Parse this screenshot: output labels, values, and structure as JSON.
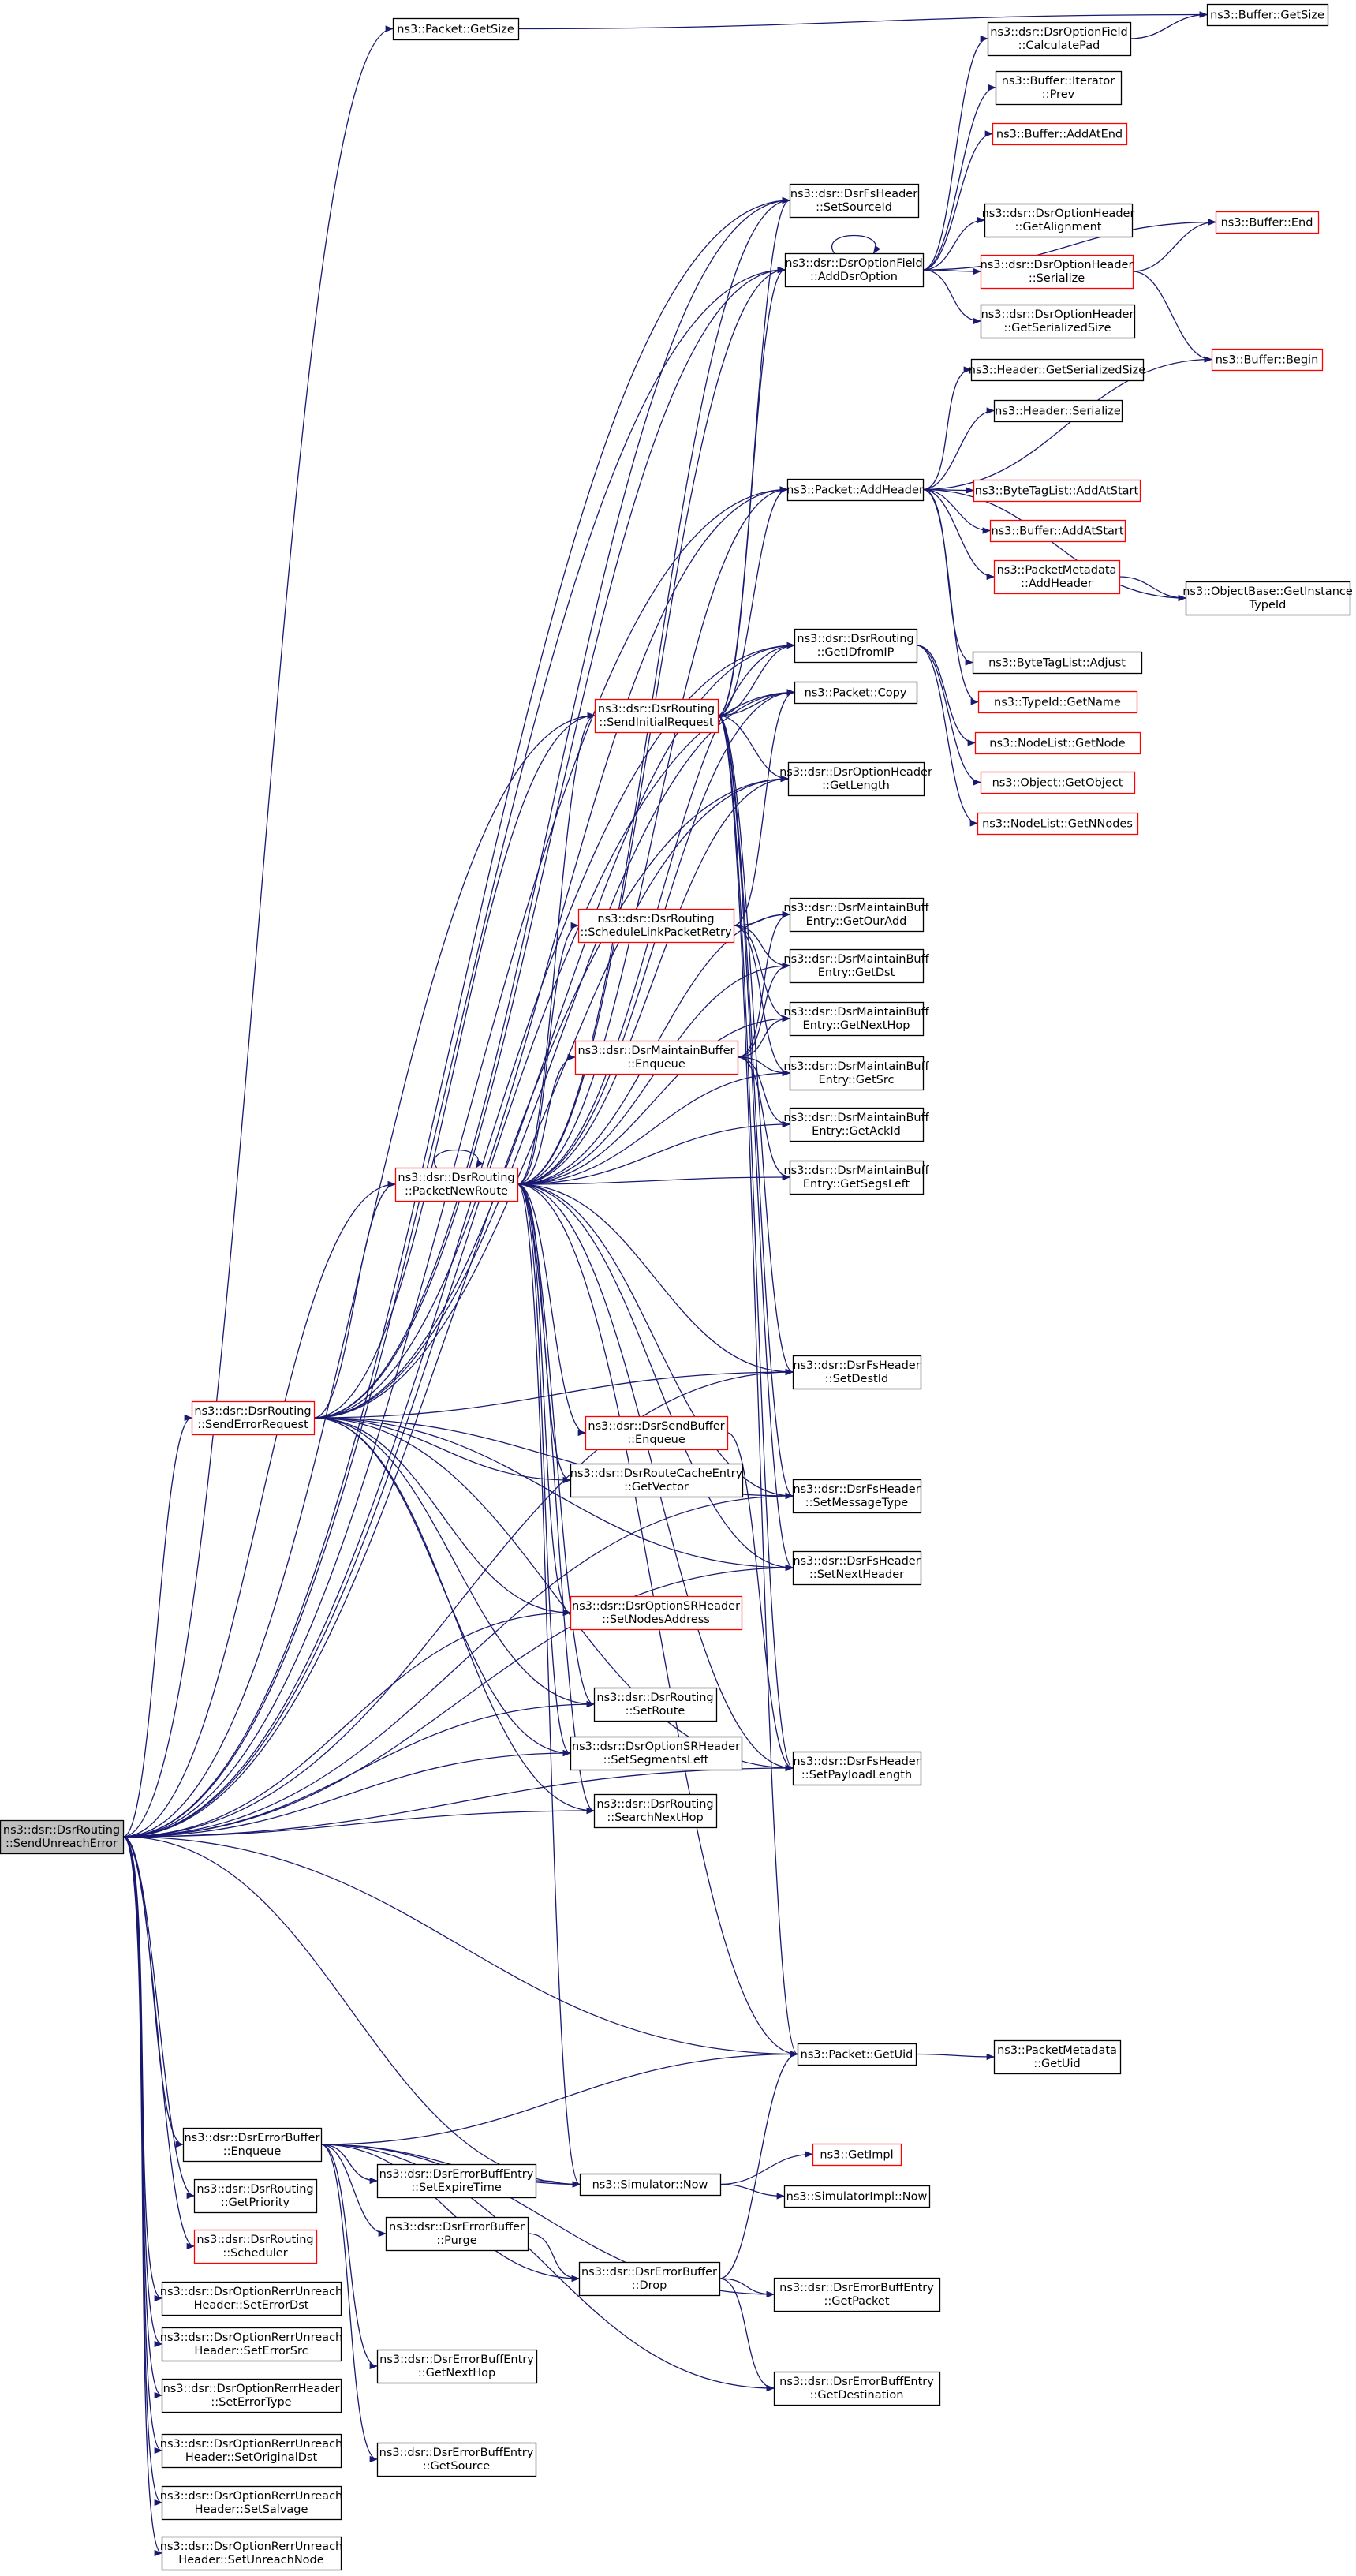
{
  "colors": {
    "edge": "#191970",
    "node_border_default": "#000000",
    "node_border_truncated": "#ff0000",
    "root_fill": "#bfbfbf",
    "node_fill": "#ffffff"
  },
  "nodes": [
    {
      "id": "n0",
      "lines": [
        "ns3::dsr::DsrRouting",
        "::SendUnreachError"
      ],
      "root": true
    },
    {
      "id": "n1",
      "lines": [
        "ns3::Packet::GetSize"
      ]
    },
    {
      "id": "n2",
      "lines": [
        "ns3::Buffer::GetSize"
      ]
    },
    {
      "id": "n3",
      "lines": [
        "ns3::dsr::DsrOptionField",
        "::CalculatePad"
      ]
    },
    {
      "id": "n4",
      "lines": [
        "ns3::Buffer::Iterator",
        "::Prev"
      ]
    },
    {
      "id": "n5",
      "lines": [
        "ns3::Buffer::AddAtEnd"
      ],
      "truncated": true
    },
    {
      "id": "n6",
      "lines": [
        "ns3::dsr::DsrFsHeader",
        "::SetSourceId"
      ]
    },
    {
      "id": "n7",
      "lines": [
        "ns3::dsr::DsrOptionHeader",
        "::GetAlignment"
      ]
    },
    {
      "id": "n8",
      "lines": [
        "ns3::Buffer::End"
      ],
      "truncated": true
    },
    {
      "id": "n9",
      "lines": [
        "ns3::dsr::DsrOptionField",
        "::AddDsrOption"
      ]
    },
    {
      "id": "n10",
      "lines": [
        "ns3::dsr::DsrOptionHeader",
        "::Serialize"
      ],
      "truncated": true
    },
    {
      "id": "n11",
      "lines": [
        "ns3::dsr::DsrOptionHeader",
        "::GetSerializedSize"
      ]
    },
    {
      "id": "n12",
      "lines": [
        "ns3::Header::GetSerializedSize"
      ]
    },
    {
      "id": "n13",
      "lines": [
        "ns3::Buffer::Begin"
      ],
      "truncated": true
    },
    {
      "id": "n14",
      "lines": [
        "ns3::Header::Serialize"
      ]
    },
    {
      "id": "n15",
      "lines": [
        "ns3::Packet::AddHeader"
      ]
    },
    {
      "id": "n16",
      "lines": [
        "ns3::ByteTagList::AddAtStart"
      ],
      "truncated": true
    },
    {
      "id": "n17",
      "lines": [
        "ns3::Buffer::AddAtStart"
      ],
      "truncated": true
    },
    {
      "id": "n18",
      "lines": [
        "ns3::PacketMetadata",
        "::AddHeader"
      ],
      "truncated": true
    },
    {
      "id": "n19",
      "lines": [
        "ns3::ObjectBase::GetInstance",
        "TypeId"
      ]
    },
    {
      "id": "n20",
      "lines": [
        "ns3::dsr::DsrRouting",
        "::GetIDfromIP"
      ]
    },
    {
      "id": "n21",
      "lines": [
        "ns3::ByteTagList::Adjust"
      ]
    },
    {
      "id": "n22",
      "lines": [
        "ns3::dsr::DsrRouting",
        "::SendInitialRequest"
      ],
      "truncated": true
    },
    {
      "id": "n23",
      "lines": [
        "ns3::Packet::Copy"
      ]
    },
    {
      "id": "n24",
      "lines": [
        "ns3::TypeId::GetName"
      ],
      "truncated": true
    },
    {
      "id": "n25",
      "lines": [
        "ns3::NodeList::GetNode"
      ],
      "truncated": true
    },
    {
      "id": "n26",
      "lines": [
        "ns3::dsr::DsrOptionHeader",
        "::GetLength"
      ]
    },
    {
      "id": "n27",
      "lines": [
        "ns3::Object::GetObject"
      ],
      "truncated": true
    },
    {
      "id": "n28",
      "lines": [
        "ns3::NodeList::GetNNodes"
      ],
      "truncated": true
    },
    {
      "id": "n29",
      "lines": [
        "ns3::dsr::DsrMaintainBuff",
        "Entry::GetOurAdd"
      ]
    },
    {
      "id": "n30",
      "lines": [
        "ns3::dsr::DsrRouting",
        "::ScheduleLinkPacketRetry"
      ],
      "truncated": true
    },
    {
      "id": "n31",
      "lines": [
        "ns3::dsr::DsrMaintainBuff",
        "Entry::GetDst"
      ]
    },
    {
      "id": "n32",
      "lines": [
        "ns3::dsr::DsrMaintainBuff",
        "Entry::GetNextHop"
      ]
    },
    {
      "id": "n33",
      "lines": [
        "ns3::dsr::DsrMaintainBuffer",
        "::Enqueue"
      ],
      "truncated": true
    },
    {
      "id": "n34",
      "lines": [
        "ns3::dsr::DsrMaintainBuff",
        "Entry::GetSrc"
      ]
    },
    {
      "id": "n35",
      "lines": [
        "ns3::dsr::DsrMaintainBuff",
        "Entry::GetAckId"
      ]
    },
    {
      "id": "n36",
      "lines": [
        "ns3::dsr::DsrRouting",
        "::PacketNewRoute"
      ],
      "truncated": true
    },
    {
      "id": "n37",
      "lines": [
        "ns3::dsr::DsrMaintainBuff",
        "Entry::GetSegsLeft"
      ]
    },
    {
      "id": "n38",
      "lines": [
        "ns3::dsr::DsrFsHeader",
        "::SetDestId"
      ]
    },
    {
      "id": "n39",
      "lines": [
        "ns3::dsr::DsrRouting",
        "::SendErrorRequest"
      ],
      "truncated": true
    },
    {
      "id": "n40",
      "lines": [
        "ns3::dsr::DsrSendBuffer",
        "::Enqueue"
      ],
      "truncated": true
    },
    {
      "id": "n41",
      "lines": [
        "ns3::dsr::DsrRouteCacheEntry",
        "::GetVector"
      ]
    },
    {
      "id": "n42",
      "lines": [
        "ns3::dsr::DsrFsHeader",
        "::SetMessageType"
      ]
    },
    {
      "id": "n43",
      "lines": [
        "ns3::dsr::DsrFsHeader",
        "::SetNextHeader"
      ]
    },
    {
      "id": "n44",
      "lines": [
        "ns3::dsr::DsrOptionSRHeader",
        "::SetNodesAddress"
      ],
      "truncated": true
    },
    {
      "id": "n45",
      "lines": [
        "ns3::dsr::DsrRouting",
        "::SetRoute"
      ]
    },
    {
      "id": "n46",
      "lines": [
        "ns3::dsr::DsrOptionSRHeader",
        "::SetSegmentsLeft"
      ]
    },
    {
      "id": "n47",
      "lines": [
        "ns3::dsr::DsrFsHeader",
        "::SetPayloadLength"
      ]
    },
    {
      "id": "n48",
      "lines": [
        "ns3::dsr::DsrRouting",
        "::SearchNextHop"
      ]
    },
    {
      "id": "n49",
      "lines": [
        "ns3::Packet::GetUid"
      ]
    },
    {
      "id": "n50",
      "lines": [
        "ns3::PacketMetadata",
        "::GetUid"
      ]
    },
    {
      "id": "n51",
      "lines": [
        "ns3::dsr::DsrErrorBuffer",
        "::Enqueue"
      ]
    },
    {
      "id": "n52",
      "lines": [
        "ns3::GetImpl"
      ],
      "truncated": true
    },
    {
      "id": "n53",
      "lines": [
        "ns3::dsr::DsrErrorBuffEntry",
        "::SetExpireTime"
      ]
    },
    {
      "id": "n54",
      "lines": [
        "ns3::Simulator::Now"
      ]
    },
    {
      "id": "n55",
      "lines": [
        "ns3::dsr::DsrRouting",
        "::GetPriority"
      ]
    },
    {
      "id": "n56",
      "lines": [
        "ns3::SimulatorImpl::Now"
      ]
    },
    {
      "id": "n57",
      "lines": [
        "ns3::dsr::DsrErrorBuffer",
        "::Purge"
      ]
    },
    {
      "id": "n58",
      "lines": [
        "ns3::dsr::DsrRouting",
        "::Scheduler"
      ],
      "truncated": true
    },
    {
      "id": "n59",
      "lines": [
        "ns3::dsr::DsrErrorBuffer",
        "::Drop"
      ]
    },
    {
      "id": "n60",
      "lines": [
        "ns3::dsr::DsrOptionRerrUnreach",
        "Header::SetErrorDst"
      ]
    },
    {
      "id": "n61",
      "lines": [
        "ns3::dsr::DsrErrorBuffEntry",
        "::GetPacket"
      ]
    },
    {
      "id": "n62",
      "lines": [
        "ns3::dsr::DsrOptionRerrUnreach",
        "Header::SetErrorSrc"
      ]
    },
    {
      "id": "n63",
      "lines": [
        "ns3::dsr::DsrErrorBuffEntry",
        "::GetNextHop"
      ]
    },
    {
      "id": "n64",
      "lines": [
        "ns3::dsr::DsrOptionRerrHeader",
        "::SetErrorType"
      ]
    },
    {
      "id": "n65",
      "lines": [
        "ns3::dsr::DsrErrorBuffEntry",
        "::GetDestination"
      ]
    },
    {
      "id": "n66",
      "lines": [
        "ns3::dsr::DsrOptionRerrUnreach",
        "Header::SetOriginalDst"
      ]
    },
    {
      "id": "n67",
      "lines": [
        "ns3::dsr::DsrErrorBuffEntry",
        "::GetSource"
      ]
    },
    {
      "id": "n68",
      "lines": [
        "ns3::dsr::DsrOptionRerrUnreach",
        "Header::SetSalvage"
      ]
    },
    {
      "id": "n69",
      "lines": [
        "ns3::dsr::DsrOptionRerrUnreach",
        "Header::SetUnreachNode"
      ]
    }
  ],
  "edges": [
    [
      "n0",
      "n1"
    ],
    [
      "n1",
      "n2"
    ],
    [
      "n0",
      "n6"
    ],
    [
      "n0",
      "n9"
    ],
    [
      "n0",
      "n15"
    ],
    [
      "n0",
      "n20"
    ],
    [
      "n0",
      "n22"
    ],
    [
      "n0",
      "n23"
    ],
    [
      "n0",
      "n26"
    ],
    [
      "n0",
      "n36"
    ],
    [
      "n0",
      "n38"
    ],
    [
      "n0",
      "n39"
    ],
    [
      "n0",
      "n42"
    ],
    [
      "n0",
      "n43"
    ],
    [
      "n0",
      "n44"
    ],
    [
      "n0",
      "n45"
    ],
    [
      "n0",
      "n46"
    ],
    [
      "n0",
      "n47"
    ],
    [
      "n0",
      "n48"
    ],
    [
      "n0",
      "n49"
    ],
    [
      "n0",
      "n51"
    ],
    [
      "n0",
      "n54"
    ],
    [
      "n0",
      "n55"
    ],
    [
      "n0",
      "n58"
    ],
    [
      "n0",
      "n60"
    ],
    [
      "n0",
      "n62"
    ],
    [
      "n0",
      "n64"
    ],
    [
      "n0",
      "n66"
    ],
    [
      "n0",
      "n68"
    ],
    [
      "n0",
      "n69"
    ],
    [
      "n9",
      "n3"
    ],
    [
      "n3",
      "n2"
    ],
    [
      "n9",
      "n4"
    ],
    [
      "n9",
      "n5"
    ],
    [
      "n9",
      "n7"
    ],
    [
      "n9",
      "n8"
    ],
    [
      "n9",
      "n9"
    ],
    [
      "n9",
      "n10"
    ],
    [
      "n9",
      "n11"
    ],
    [
      "n10",
      "n8"
    ],
    [
      "n10",
      "n13"
    ],
    [
      "n15",
      "n12"
    ],
    [
      "n15",
      "n13"
    ],
    [
      "n15",
      "n14"
    ],
    [
      "n15",
      "n16"
    ],
    [
      "n15",
      "n17"
    ],
    [
      "n15",
      "n18"
    ],
    [
      "n15",
      "n19"
    ],
    [
      "n15",
      "n21"
    ],
    [
      "n15",
      "n24"
    ],
    [
      "n18",
      "n19"
    ],
    [
      "n20",
      "n25"
    ],
    [
      "n20",
      "n27"
    ],
    [
      "n20",
      "n28"
    ],
    [
      "n22",
      "n6"
    ],
    [
      "n22",
      "n9"
    ],
    [
      "n22",
      "n15"
    ],
    [
      "n22",
      "n20"
    ],
    [
      "n22",
      "n23"
    ],
    [
      "n22",
      "n26"
    ],
    [
      "n22",
      "n38"
    ],
    [
      "n22",
      "n42"
    ],
    [
      "n22",
      "n43"
    ],
    [
      "n22",
      "n47"
    ],
    [
      "n22",
      "n49"
    ],
    [
      "n30",
      "n23"
    ],
    [
      "n30",
      "n29"
    ],
    [
      "n30",
      "n31"
    ],
    [
      "n30",
      "n32"
    ],
    [
      "n30",
      "n34"
    ],
    [
      "n33",
      "n29"
    ],
    [
      "n33",
      "n31"
    ],
    [
      "n33",
      "n32"
    ],
    [
      "n33",
      "n34"
    ],
    [
      "n33",
      "n35"
    ],
    [
      "n33",
      "n37"
    ],
    [
      "n36",
      "n6"
    ],
    [
      "n36",
      "n9"
    ],
    [
      "n36",
      "n15"
    ],
    [
      "n36",
      "n20"
    ],
    [
      "n36",
      "n22"
    ],
    [
      "n36",
      "n23"
    ],
    [
      "n36",
      "n26"
    ],
    [
      "n36",
      "n29"
    ],
    [
      "n36",
      "n30"
    ],
    [
      "n36",
      "n33"
    ],
    [
      "n36",
      "n31"
    ],
    [
      "n36",
      "n32"
    ],
    [
      "n36",
      "n34"
    ],
    [
      "n36",
      "n35"
    ],
    [
      "n36",
      "n37"
    ],
    [
      "n36",
      "n36"
    ],
    [
      "n36",
      "n38"
    ],
    [
      "n36",
      "n40"
    ],
    [
      "n36",
      "n41"
    ],
    [
      "n36",
      "n42"
    ],
    [
      "n36",
      "n43"
    ],
    [
      "n36",
      "n44"
    ],
    [
      "n36",
      "n45"
    ],
    [
      "n36",
      "n46"
    ],
    [
      "n36",
      "n47"
    ],
    [
      "n36",
      "n48"
    ],
    [
      "n36",
      "n49"
    ],
    [
      "n36",
      "n54"
    ],
    [
      "n39",
      "n6"
    ],
    [
      "n39",
      "n9"
    ],
    [
      "n39",
      "n15"
    ],
    [
      "n39",
      "n20"
    ],
    [
      "n39",
      "n22"
    ],
    [
      "n39",
      "n23"
    ],
    [
      "n39",
      "n26"
    ],
    [
      "n39",
      "n36"
    ],
    [
      "n39",
      "n38"
    ],
    [
      "n39",
      "n41"
    ],
    [
      "n39",
      "n42"
    ],
    [
      "n39",
      "n43"
    ],
    [
      "n39",
      "n44"
    ],
    [
      "n39",
      "n45"
    ],
    [
      "n39",
      "n46"
    ],
    [
      "n39",
      "n47"
    ],
    [
      "n39",
      "n48"
    ],
    [
      "n40",
      "n47"
    ],
    [
      "n49",
      "n50"
    ],
    [
      "n51",
      "n49"
    ],
    [
      "n51",
      "n53"
    ],
    [
      "n51",
      "n54"
    ],
    [
      "n51",
      "n57"
    ],
    [
      "n51",
      "n59"
    ],
    [
      "n51",
      "n61"
    ],
    [
      "n51",
      "n63"
    ],
    [
      "n51",
      "n65"
    ],
    [
      "n51",
      "n67"
    ],
    [
      "n53",
      "n54"
    ],
    [
      "n54",
      "n52"
    ],
    [
      "n54",
      "n56"
    ],
    [
      "n57",
      "n59"
    ],
    [
      "n59",
      "n49"
    ],
    [
      "n59",
      "n61"
    ],
    [
      "n59",
      "n65"
    ]
  ]
}
